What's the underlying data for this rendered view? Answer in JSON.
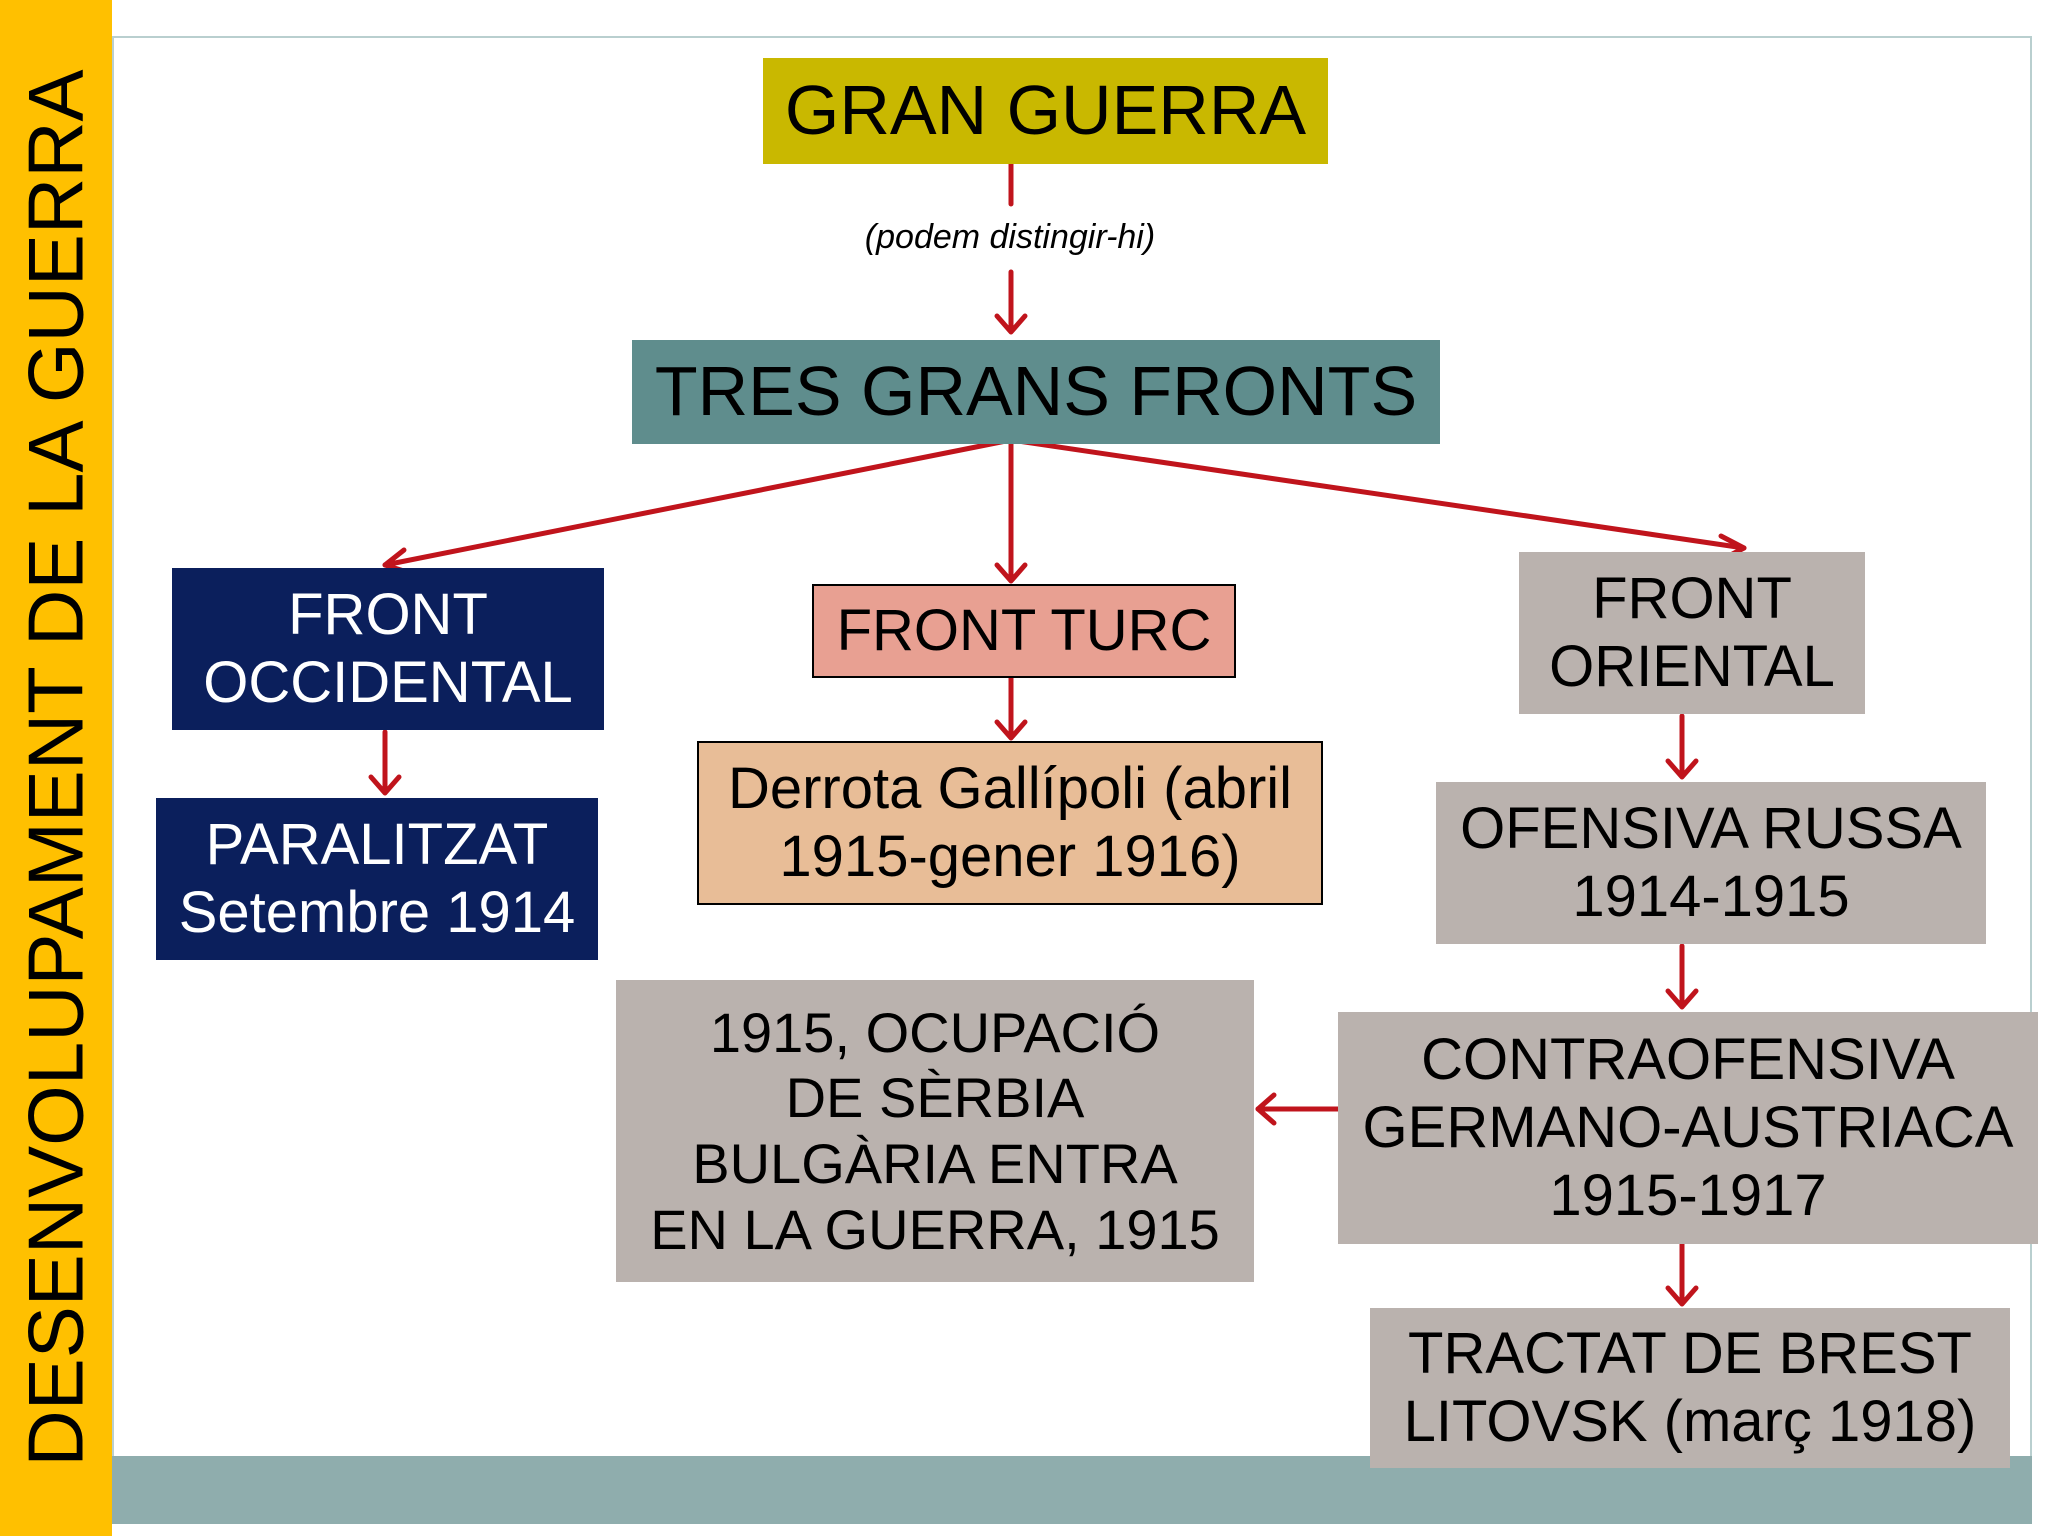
{
  "sidebar": {
    "title": "DESENVOLUPAMENT DE LA GUERRA"
  },
  "diagram": {
    "root": {
      "label": "GRAN GUERRA",
      "color": "#c9b800"
    },
    "connector_note": "(podem distingir-hi)",
    "hub": {
      "label": "TRES GRANS FRONTS",
      "color": "#5f8d8d"
    },
    "fronts": {
      "occidental": {
        "lines": [
          "FRONT",
          "OCCIDENTAL"
        ],
        "color": "#0b1f5c",
        "outcome": {
          "lines": [
            "PARALITZAT",
            "Setembre 1914"
          ],
          "color": "#0b1f5c"
        }
      },
      "turc": {
        "label": "FRONT TURC",
        "color": "#e8a092",
        "outcome": {
          "lines": [
            "Derrota Gallípoli (abril",
            "1915-gener 1916)"
          ],
          "color": "#e8bd97"
        }
      },
      "oriental": {
        "lines": [
          "FRONT",
          "ORIENTAL"
        ],
        "color": "#bab2ae",
        "steps": [
          {
            "lines": [
              "OFENSIVA RUSSA",
              "1914-1915"
            ]
          },
          {
            "lines": [
              "CONTRAOFENSIVA",
              "GERMANO-AUSTRIACA",
              "1915-1917"
            ]
          },
          {
            "lines": [
              "TRACTAT DE BREST",
              "LITOVSK (març 1918)"
            ]
          }
        ],
        "side_event": {
          "lines": [
            "1915, OCUPACIÓ",
            "DE SÈRBIA",
            "BULGÀRIA ENTRA",
            "EN LA GUERRA, 1915"
          ]
        }
      }
    },
    "arrow_color": "#c0141c"
  }
}
